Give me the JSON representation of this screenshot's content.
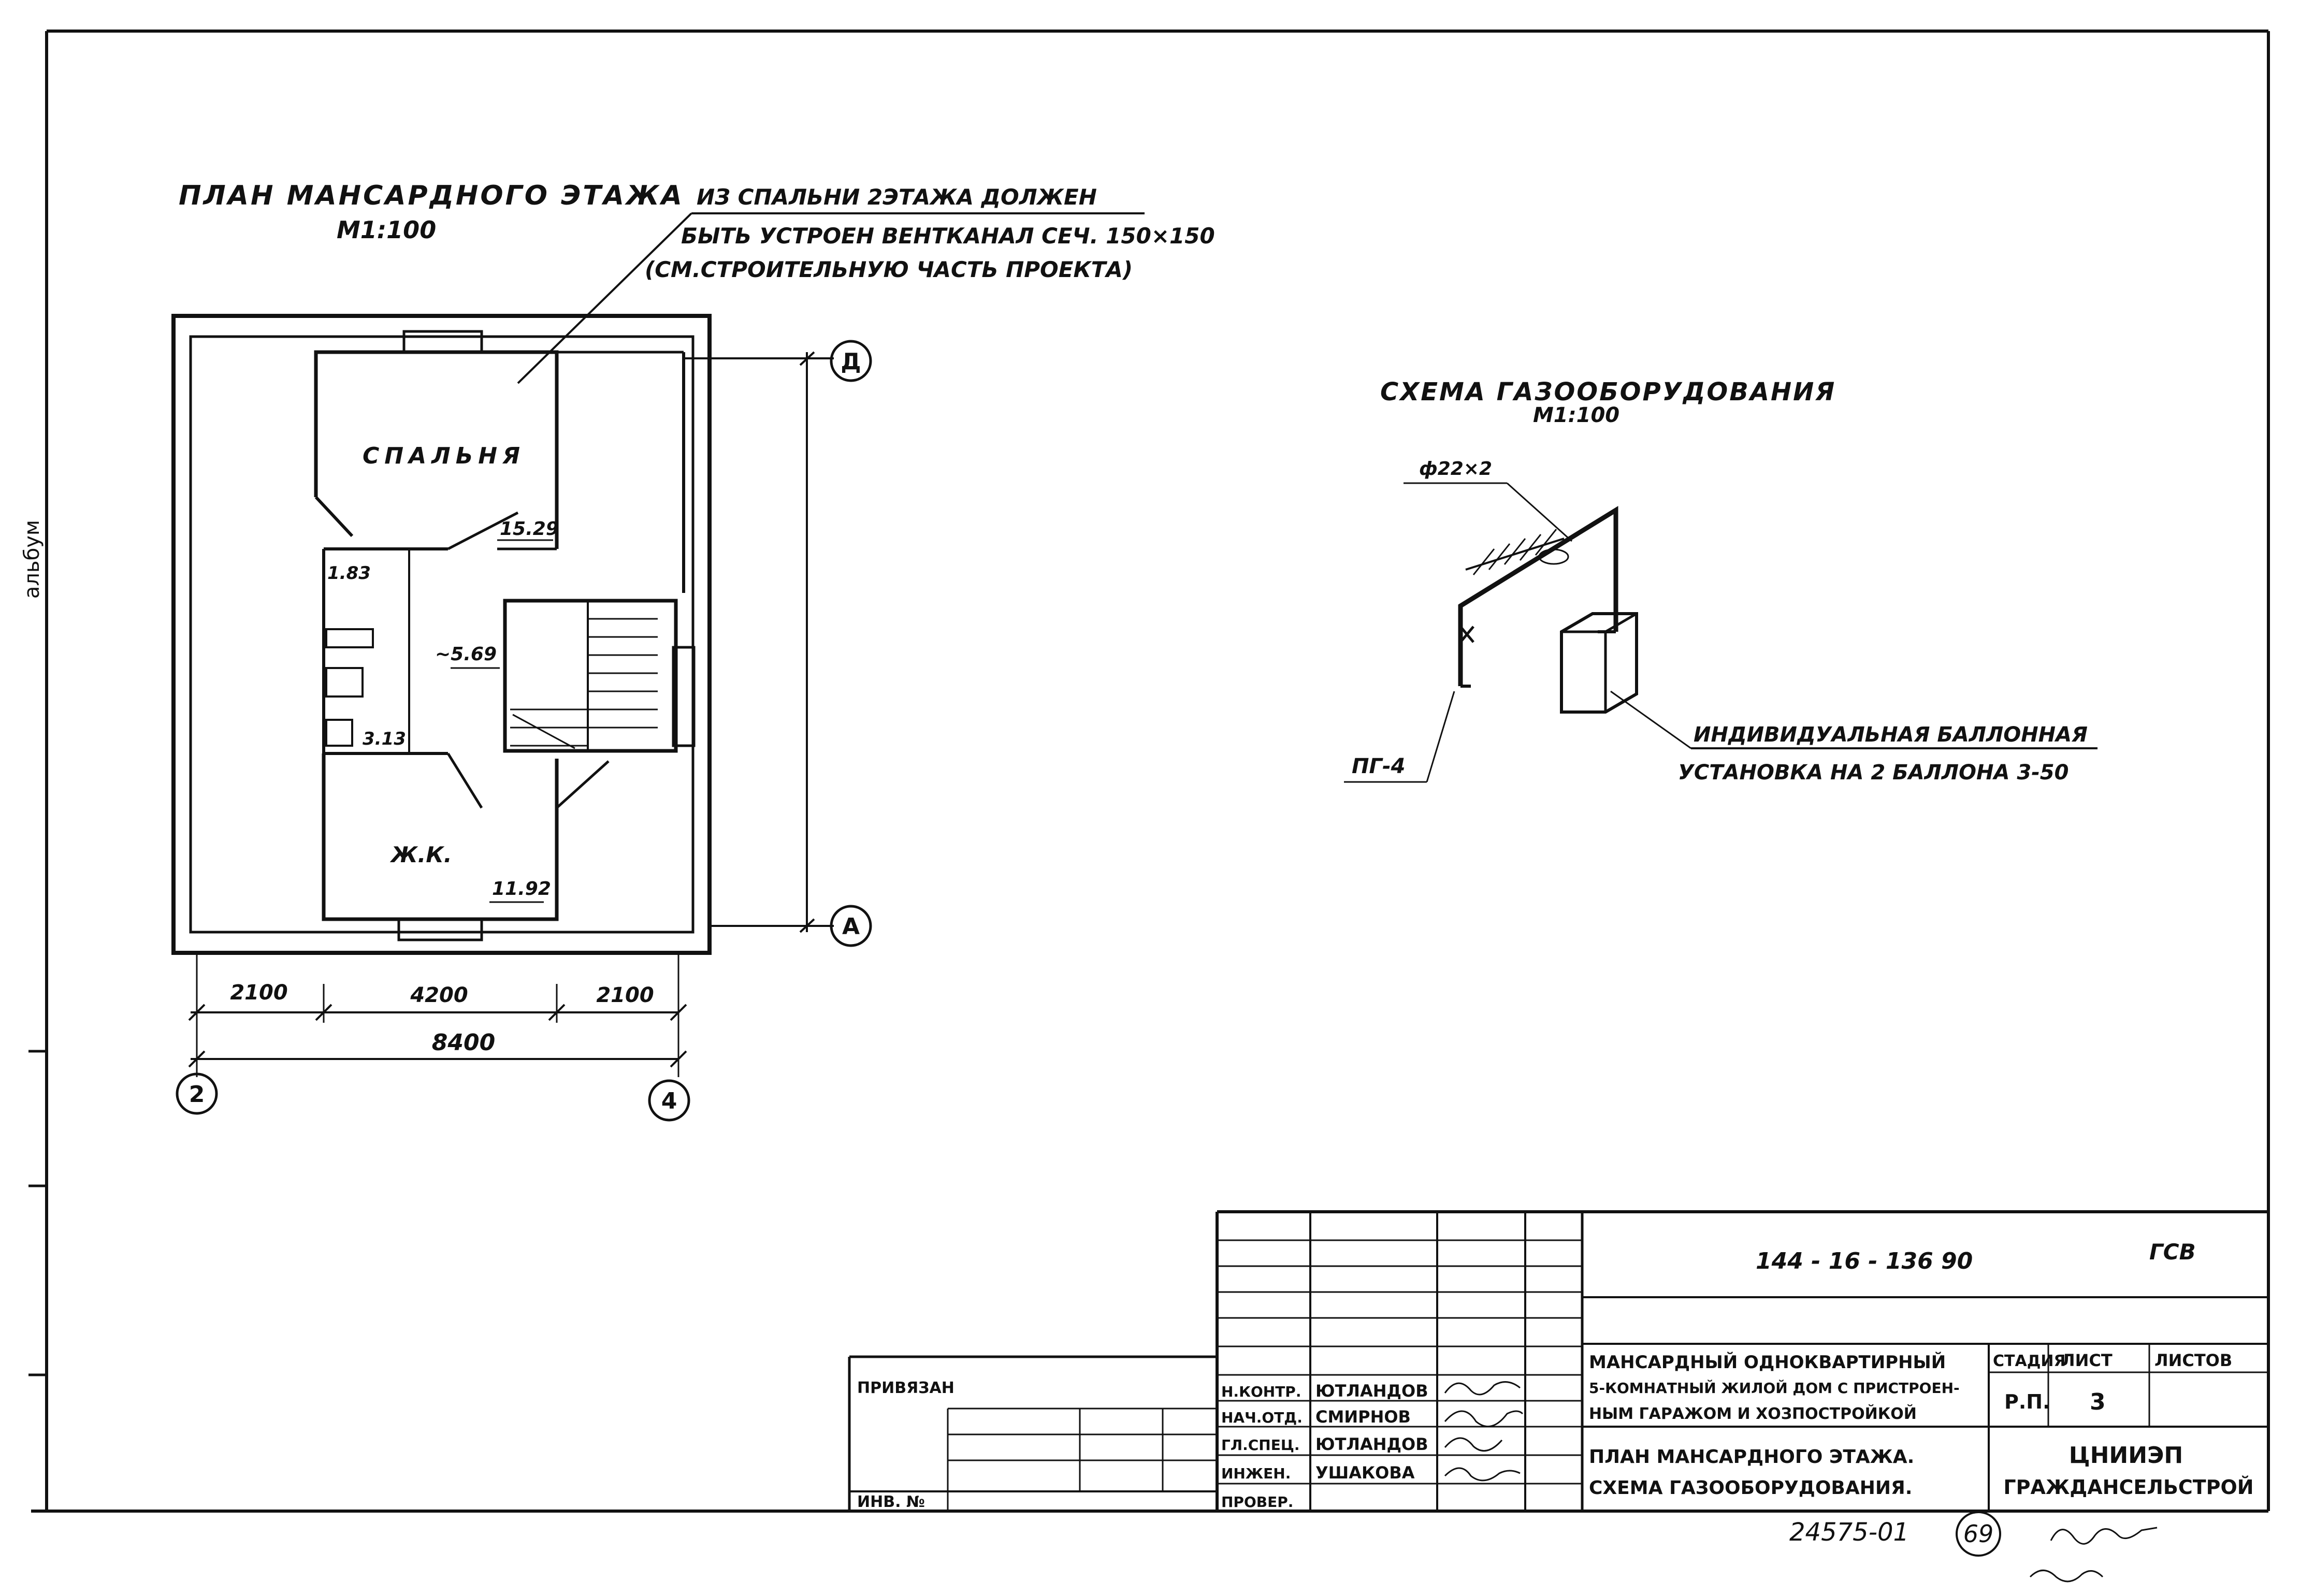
{
  "side_mark": "альбум",
  "plan": {
    "title": "ПЛАН МАНСАРДНОГО ЭТАЖА",
    "scale": "М1:100",
    "note_line1": "ИЗ СПАЛЬНИ 2ЭТАЖА ДОЛЖЕН",
    "note_line2": "БЫТЬ УСТРОЕН ВЕНТКАНАЛ СЕЧ. 150×150",
    "note_line3": "(СМ.СТРОИТЕЛЬНУЮ ЧАСТЬ ПРОЕКТА)",
    "rooms": {
      "bedroom": "СПАЛЬНЯ",
      "living": "Ж.К."
    },
    "areas": {
      "bedroom": "15.29",
      "a1": "1.83",
      "hall": "~5.69",
      "a2": "3.13",
      "living": "11.92"
    },
    "dims": {
      "d1": "2100",
      "d2": "4200",
      "d3": "2100",
      "total": "8400"
    },
    "axes": {
      "top": "Д",
      "bottom": "А",
      "left": "2",
      "right": "4"
    }
  },
  "gas": {
    "title": "СХЕМА ГАЗООБОРУДОВАНИЯ",
    "scale": "М1:100",
    "pipe": "ф22×2",
    "stove": "ПГ-4",
    "install_line1": "ИНДИВИДУАЛЬНАЯ БАЛЛОННАЯ",
    "install_line2": "УСТАНОВКА НА 2 БАЛЛОНА 3-50"
  },
  "stamp": {
    "code": "144 - 16 - 136 90",
    "mark": "ГСВ",
    "binding": "ПРИВЯЗАН",
    "inv": "ИНВ. №",
    "roles": [
      "Н.КОНТР.",
      "НАЧ.ОТД.",
      "ГЛ.СПЕЦ.",
      "ИНЖЕН.",
      "ПРОВЕР."
    ],
    "names": [
      "ЮТЛАНДОВ",
      "СМИРНОВ",
      "ЮТЛАНДОВ",
      "УШАКОВА",
      ""
    ],
    "project_line1": "МАНСАРДНЫЙ ОДНОКВАРТИРНЫЙ",
    "project_line2": "5-КОМНАТНЫЙ ЖИЛОЙ ДОМ С ПРИСТРОЕН-",
    "project_line3": "НЫМ ГАРАЖОМ И ХОЗПОСТРОЙКОЙ",
    "sheet_line1": "ПЛАН МАНСАРДНОГО ЭТАЖА.",
    "sheet_line2": "СХЕМА ГАЗООБОРУДОВАНИЯ.",
    "stage_label": "СТАДИЯ",
    "sheet_label": "ЛИСТ",
    "sheets_label": "ЛИСТОВ",
    "stage": "Р.П.",
    "sheet_no": "3",
    "org_line1": "ЦНИИЭП",
    "org_line2": "ГРАЖДАНСЕЛЬСТРОЙ"
  },
  "footer": {
    "archive": "24575-01",
    "page": "69"
  }
}
